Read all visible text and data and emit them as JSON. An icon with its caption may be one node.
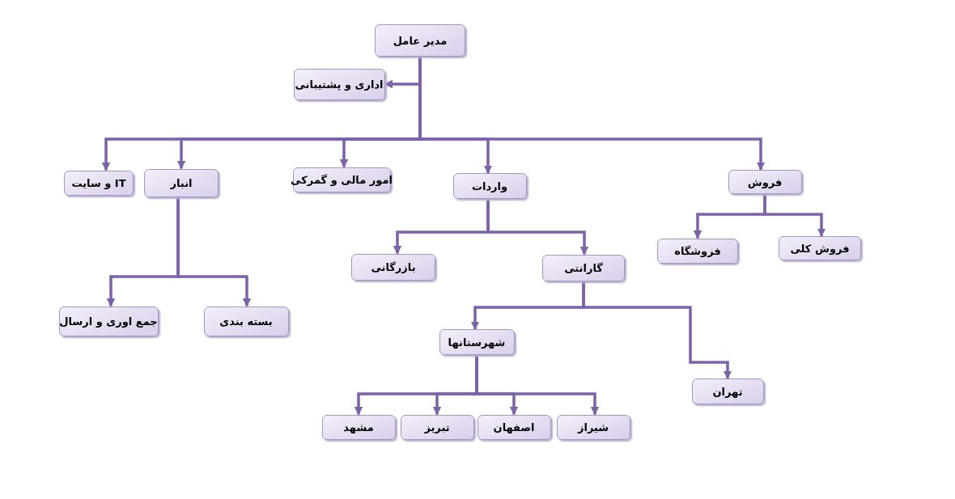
{
  "diagram": {
    "nodes": [
      {
        "text": [
          "مدیر عامل"
        ]
      },
      {
        "text": [
          "اداری و پشتیبانی"
        ]
      },
      {
        "text": [
          "IT و سایت"
        ]
      },
      {
        "text": [
          "انبار"
        ]
      },
      {
        "text": [
          "امور مالی و گمرکی"
        ]
      },
      {
        "text": [
          "واردات"
        ]
      },
      {
        "text": [
          "فروش"
        ]
      },
      {
        "text": [
          "بازرگانی"
        ]
      },
      {
        "text": [
          "گارانتی"
        ]
      },
      {
        "text": [
          "فروشگاه"
        ]
      },
      {
        "text": [
          "فروش کلی"
        ]
      },
      {
        "text": [
          "جمع اوری و ارسال"
        ]
      },
      {
        "text": [
          "بسته بندی"
        ]
      },
      {
        "text": [
          "شهرستانها"
        ]
      },
      {
        "text": [
          "تهران"
        ]
      },
      {
        "text": [
          "مشهد"
        ]
      },
      {
        "text": [
          "تبریز"
        ]
      },
      {
        "text": [
          "اصفهان"
        ]
      },
      {
        "text": [
          "شیراز"
        ]
      }
    ],
    "edges": [
      {
        "from": 0,
        "to": 1,
        "arrow": "to"
      },
      {
        "from": 0,
        "to": 2,
        "arrow": "to"
      },
      {
        "from": 0,
        "to": 3,
        "arrow": "to"
      },
      {
        "from": 0,
        "to": 4,
        "arrow": "to"
      },
      {
        "from": 0,
        "to": 5,
        "arrow": "to"
      },
      {
        "from": 0,
        "to": 6,
        "arrow": "to"
      },
      {
        "from": 5,
        "to": 7,
        "arrow": "to"
      },
      {
        "from": 5,
        "to": 8,
        "arrow": "to"
      },
      {
        "from": 6,
        "to": 9,
        "arrow": "to"
      },
      {
        "from": 6,
        "to": 10,
        "arrow": "to"
      },
      {
        "from": 3,
        "to": 11,
        "arrow": "to"
      },
      {
        "from": 3,
        "to": 12,
        "arrow": "to"
      },
      {
        "from": 8,
        "to": 13,
        "arrow": "to"
      },
      {
        "from": 8,
        "to": 14,
        "arrow": "to"
      },
      {
        "from": 13,
        "to": 15,
        "arrow": "to"
      },
      {
        "from": 13,
        "to": 16,
        "arrow": "to"
      },
      {
        "from": 13,
        "to": 17,
        "arrow": "to"
      },
      {
        "from": 13,
        "to": 18,
        "arrow": "to"
      }
    ]
  }
}
